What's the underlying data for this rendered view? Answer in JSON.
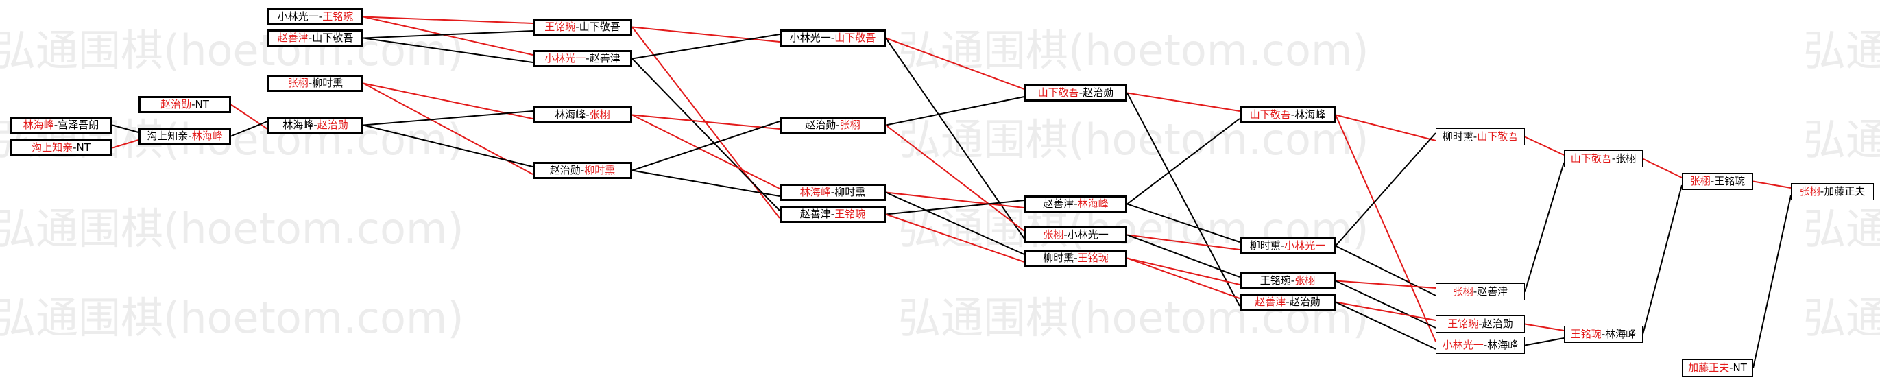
{
  "watermark": {
    "text": "弘通围棋(hoetom.com)"
  },
  "colors": {
    "win": "#e31b1b",
    "lose": "#000000"
  },
  "nodes": [
    {
      "id": "L0a",
      "winner": "top",
      "p1": "林海峰",
      "p2": "宫泽吾朗"
    },
    {
      "id": "L0b",
      "winner": "top",
      "p1": "沟上知亲",
      "p2": "NT"
    },
    {
      "id": "L0c",
      "winner": "top",
      "p1": "赵治勋",
      "p2": "NT"
    },
    {
      "id": "L0d",
      "winner": "bottom",
      "p1": "沟上知亲",
      "p2": "林海峰"
    },
    {
      "id": "A1",
      "winner": "bottom",
      "p1": "小林光一",
      "p2": "王铭琬"
    },
    {
      "id": "A2",
      "winner": "top",
      "p1": "赵善津",
      "p2": "山下敬吾"
    },
    {
      "id": "A3",
      "winner": "top",
      "p1": "张栩",
      "p2": "柳时熏"
    },
    {
      "id": "A4",
      "winner": "bottom",
      "p1": "林海峰",
      "p2": "赵治勋"
    },
    {
      "id": "B1",
      "winner": "top",
      "p1": "王铭琬",
      "p2": "山下敬吾"
    },
    {
      "id": "B2",
      "winner": "top",
      "p1": "小林光一",
      "p2": "赵善津"
    },
    {
      "id": "B3",
      "winner": "bottom",
      "p1": "林海峰",
      "p2": "张栩"
    },
    {
      "id": "B4",
      "winner": "bottom",
      "p1": "赵治勋",
      "p2": "柳时熏"
    },
    {
      "id": "C1",
      "winner": "bottom",
      "p1": "小林光一",
      "p2": "山下敬吾"
    },
    {
      "id": "C2",
      "winner": "bottom",
      "p1": "赵治勋",
      "p2": "张栩"
    },
    {
      "id": "C3",
      "winner": "top",
      "p1": "林海峰",
      "p2": "柳时熏"
    },
    {
      "id": "C4",
      "winner": "bottom",
      "p1": "赵善津",
      "p2": "王铭琬"
    },
    {
      "id": "D1",
      "winner": "top",
      "p1": "山下敬吾",
      "p2": "赵治勋"
    },
    {
      "id": "D2",
      "winner": "bottom",
      "p1": "赵善津",
      "p2": "林海峰"
    },
    {
      "id": "D3",
      "winner": "top",
      "p1": "张栩",
      "p2": "小林光一"
    },
    {
      "id": "D4",
      "winner": "bottom",
      "p1": "柳时熏",
      "p2": "王铭琬"
    },
    {
      "id": "E1",
      "winner": "top",
      "p1": "山下敬吾",
      "p2": "林海峰"
    },
    {
      "id": "E2",
      "winner": "bottom",
      "p1": "柳时熏",
      "p2": "小林光一"
    },
    {
      "id": "E3",
      "winner": "bottom",
      "p1": "王铭琬",
      "p2": "张栩"
    },
    {
      "id": "E4",
      "winner": "top",
      "p1": "赵善津",
      "p2": "赵治勋"
    },
    {
      "id": "F1",
      "winner": "bottom",
      "p1": "柳时熏",
      "p2": "山下敬吾"
    },
    {
      "id": "F2",
      "winner": "top",
      "p1": "张栩",
      "p2": "赵善津"
    },
    {
      "id": "F3",
      "winner": "top",
      "p1": "王铭琬",
      "p2": "赵治勋"
    },
    {
      "id": "F4",
      "winner": "top",
      "p1": "小林光一",
      "p2": "林海峰"
    },
    {
      "id": "G1",
      "winner": "top",
      "p1": "山下敬吾",
      "p2": "张栩"
    },
    {
      "id": "G2",
      "winner": "top",
      "p1": "王铭琬",
      "p2": "林海峰"
    },
    {
      "id": "H1",
      "winner": "top",
      "p1": "张栩",
      "p2": "王铭琬"
    },
    {
      "id": "H2",
      "winner": "top",
      "p1": "加藤正夫",
      "p2": "NT"
    },
    {
      "id": "I1",
      "winner": "top",
      "p1": "张栩",
      "p2": "加藤正夫"
    }
  ]
}
